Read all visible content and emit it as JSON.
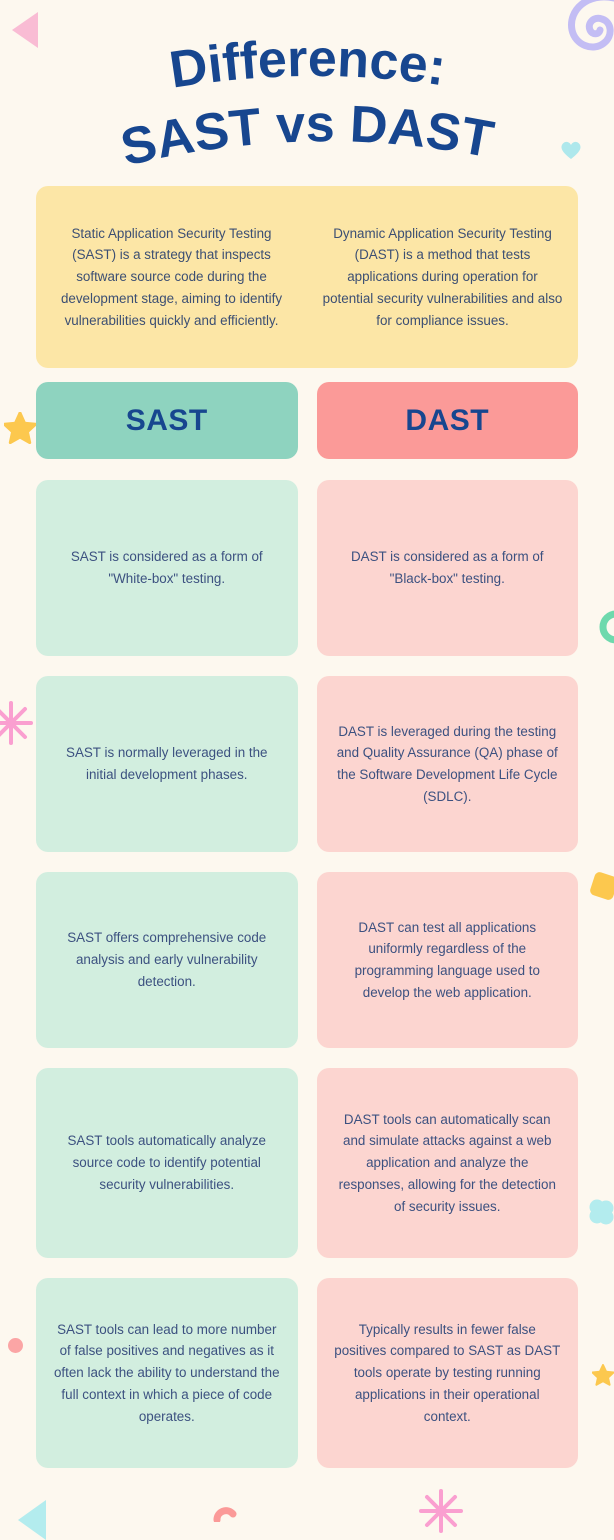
{
  "title": {
    "line1": "Difference:",
    "line2": "SAST vs DAST",
    "color": "#17468f"
  },
  "intro": {
    "sast": "Static Application Security Testing (SAST) is a strategy that inspects software source code during the development stage, aiming to identify vulnerabilities quickly and efficiently.",
    "dast": "Dynamic Application Security Testing (DAST) is a method that tests applications during operation for potential security vulnerabilities and also for compliance issues."
  },
  "headers": {
    "sast": "SAST",
    "dast": "DAST"
  },
  "colors": {
    "background": "#fdf8ef",
    "band_yellow": "#fce6a6",
    "header_teal": "#8ed3bf",
    "header_salmon": "#fb9a98",
    "cell_mint": "#d2eedf",
    "cell_pink": "#fcd5d0",
    "title_blue": "#17468f",
    "text_blue": "#3c5180"
  },
  "rows": [
    {
      "sast": "SAST is considered as a form of \"White-box\" testing.",
      "dast": "DAST is considered as a form of \"Black-box\" testing."
    },
    {
      "sast": "SAST is normally leveraged in the initial development phases.",
      "dast": "DAST is leveraged during the testing and Quality Assurance (QA) phase of the Software Development Life Cycle (SDLC)."
    },
    {
      "sast": "SAST offers comprehensive code analysis and early vulnerability detection.",
      "dast": "DAST can test all applications uniformly regardless of the programming language used to develop the web application."
    },
    {
      "sast": "SAST tools automatically analyze source code to identify potential security vulnerabilities.",
      "dast": "DAST tools can automatically scan and simulate attacks against a web application and analyze the responses, allowing for the detection of security issues."
    },
    {
      "sast": "SAST tools can lead to more number of false positives and negatives as it often lack the ability to understand the full context in which a piece of code operates.",
      "dast": "Typically results in fewer false positives compared to SAST as DAST tools operate by testing running applications in their operational context."
    }
  ],
  "decorations": [
    {
      "name": "pink-triangle",
      "color": "#f9bcd4"
    },
    {
      "name": "lavender-spiral",
      "color": "#c3bdf4"
    },
    {
      "name": "cyan-heart",
      "color": "#aee8ec"
    },
    {
      "name": "yellow-star",
      "color": "#fcc84e"
    },
    {
      "name": "pink-starburst",
      "color": "#fa9fd0"
    },
    {
      "name": "green-arc",
      "color": "#6ed9ad"
    },
    {
      "name": "yellow-diamond",
      "color": "#fcc84e"
    },
    {
      "name": "cyan-clover",
      "color": "#b3ecee"
    },
    {
      "name": "pink-dot",
      "color": "#fba5a5"
    },
    {
      "name": "cyan-triangle",
      "color": "#b3ecee"
    },
    {
      "name": "pink-arc",
      "color": "#fb9a98"
    }
  ]
}
